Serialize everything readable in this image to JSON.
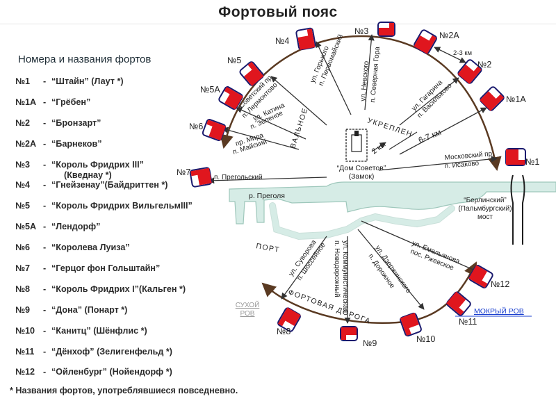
{
  "title": "Фортовый пояс",
  "legend": {
    "heading": "Номера и названия фортов",
    "entries": [
      {
        "num": "№1",
        "name": "“Штайн” (Лаут *)"
      },
      {
        "num": "№1А",
        "name": "“Грёбен”"
      },
      {
        "num": "№2",
        "name": "“Бронзарт”"
      },
      {
        "num": "№2А",
        "name": "“Барнеков”"
      },
      {
        "num": "№3",
        "name": "“Король Фридрих III”",
        "extra": "(Кведнау *)"
      },
      {
        "num": "№4",
        "name": "“Гнейзенау”(Байдриттен *)"
      },
      {
        "num": "№5",
        "name": "“Король Фридрих ВильгельмIII”"
      },
      {
        "num": "№5А",
        "name": "“Лендорф”"
      },
      {
        "num": "№6",
        "name": "“Королева Луиза”"
      },
      {
        "num": "№7",
        "name": "“Герцог фон Гольштайн”"
      },
      {
        "num": "№8",
        "name": "“Король Фридрих I”(Кальген *)"
      },
      {
        "num": "№9",
        "name": "“Дона” (Понарт *)"
      },
      {
        "num": "№10",
        "name": "“Канитц” (Шёнфлис *)"
      },
      {
        "num": "№11",
        "name": "“Дёнхоф” (Зелигенфельд *)"
      },
      {
        "num": "№12",
        "name": "“Ойленбург” (Нойендорф *)"
      }
    ],
    "footnote": "* Названия фортов, употреблявшиеся повседневно."
  },
  "map": {
    "forts": [
      "№1",
      "№1А",
      "№2",
      "№2А",
      "№3",
      "№4",
      "№5",
      "№5А",
      "№6",
      "№7",
      "№8",
      "№9",
      "№10",
      "№11",
      "№12"
    ],
    "rings": {
      "north_inner": "УКРЕПЛЕН",
      "north_inner_2": "ВАЛЬНОЕ",
      "south_inner": "ПОРТ",
      "south_road": "ФОРТОВАЯ ДОРОГА"
    },
    "distances": {
      "near": "2 км",
      "far": "6-7 км",
      "between": "2-3 км"
    },
    "center": {
      "line1": "“Дом Советов”",
      "line2": "(Замок)"
    },
    "river": "р. Преголя",
    "bridge": {
      "line1": "“Берлинский”",
      "line2": "(Пальмбургский)",
      "line3": "мост"
    },
    "dry_moat": {
      "line1": "СУХОЙ",
      "line2": "РОВ"
    },
    "wet_moat": "МОКРЫЙ РОВ",
    "roads": {
      "moskovsky": [
        "Московский пр.",
        "п. Исаково"
      ],
      "pregolsky": "п. Прегольский",
      "mira": [
        "пр. Мира",
        "п. Майский"
      ],
      "katina": [
        "ул. Катина",
        "п. Зеленое"
      ],
      "sovetsky": [
        "Советский пр.",
        "п. Лермонтово"
      ],
      "gorkogo": [
        "ул. Горького",
        "п. Первомайский"
      ],
      "nevskogo": [
        "ул. Невского",
        "п. Северная Гора"
      ],
      "gagarina": [
        "ул. Гагарина",
        "п. Васильково"
      ],
      "emelyanova": [
        "ул. Емельянова",
        "пос. Ржевское"
      ],
      "dzerzhinskogo": [
        "ул. Дзержинского",
        "п. Дорожное"
      ],
      "kommunisticheskaya": [
        "ул. Коммунистическая",
        "п. Новодорожный"
      ],
      "suvorova": [
        "ул. Суворова",
        "п. Шоссейное"
      ]
    }
  },
  "colors": {
    "fort": "#e0161e",
    "fort_outline": "#1a1a6e",
    "river": "#d6ece6",
    "river_edge": "#9ec7bb",
    "road": "#5a3a22",
    "wet_moat": "#1a3fcf",
    "dry_moat": "#999999"
  }
}
